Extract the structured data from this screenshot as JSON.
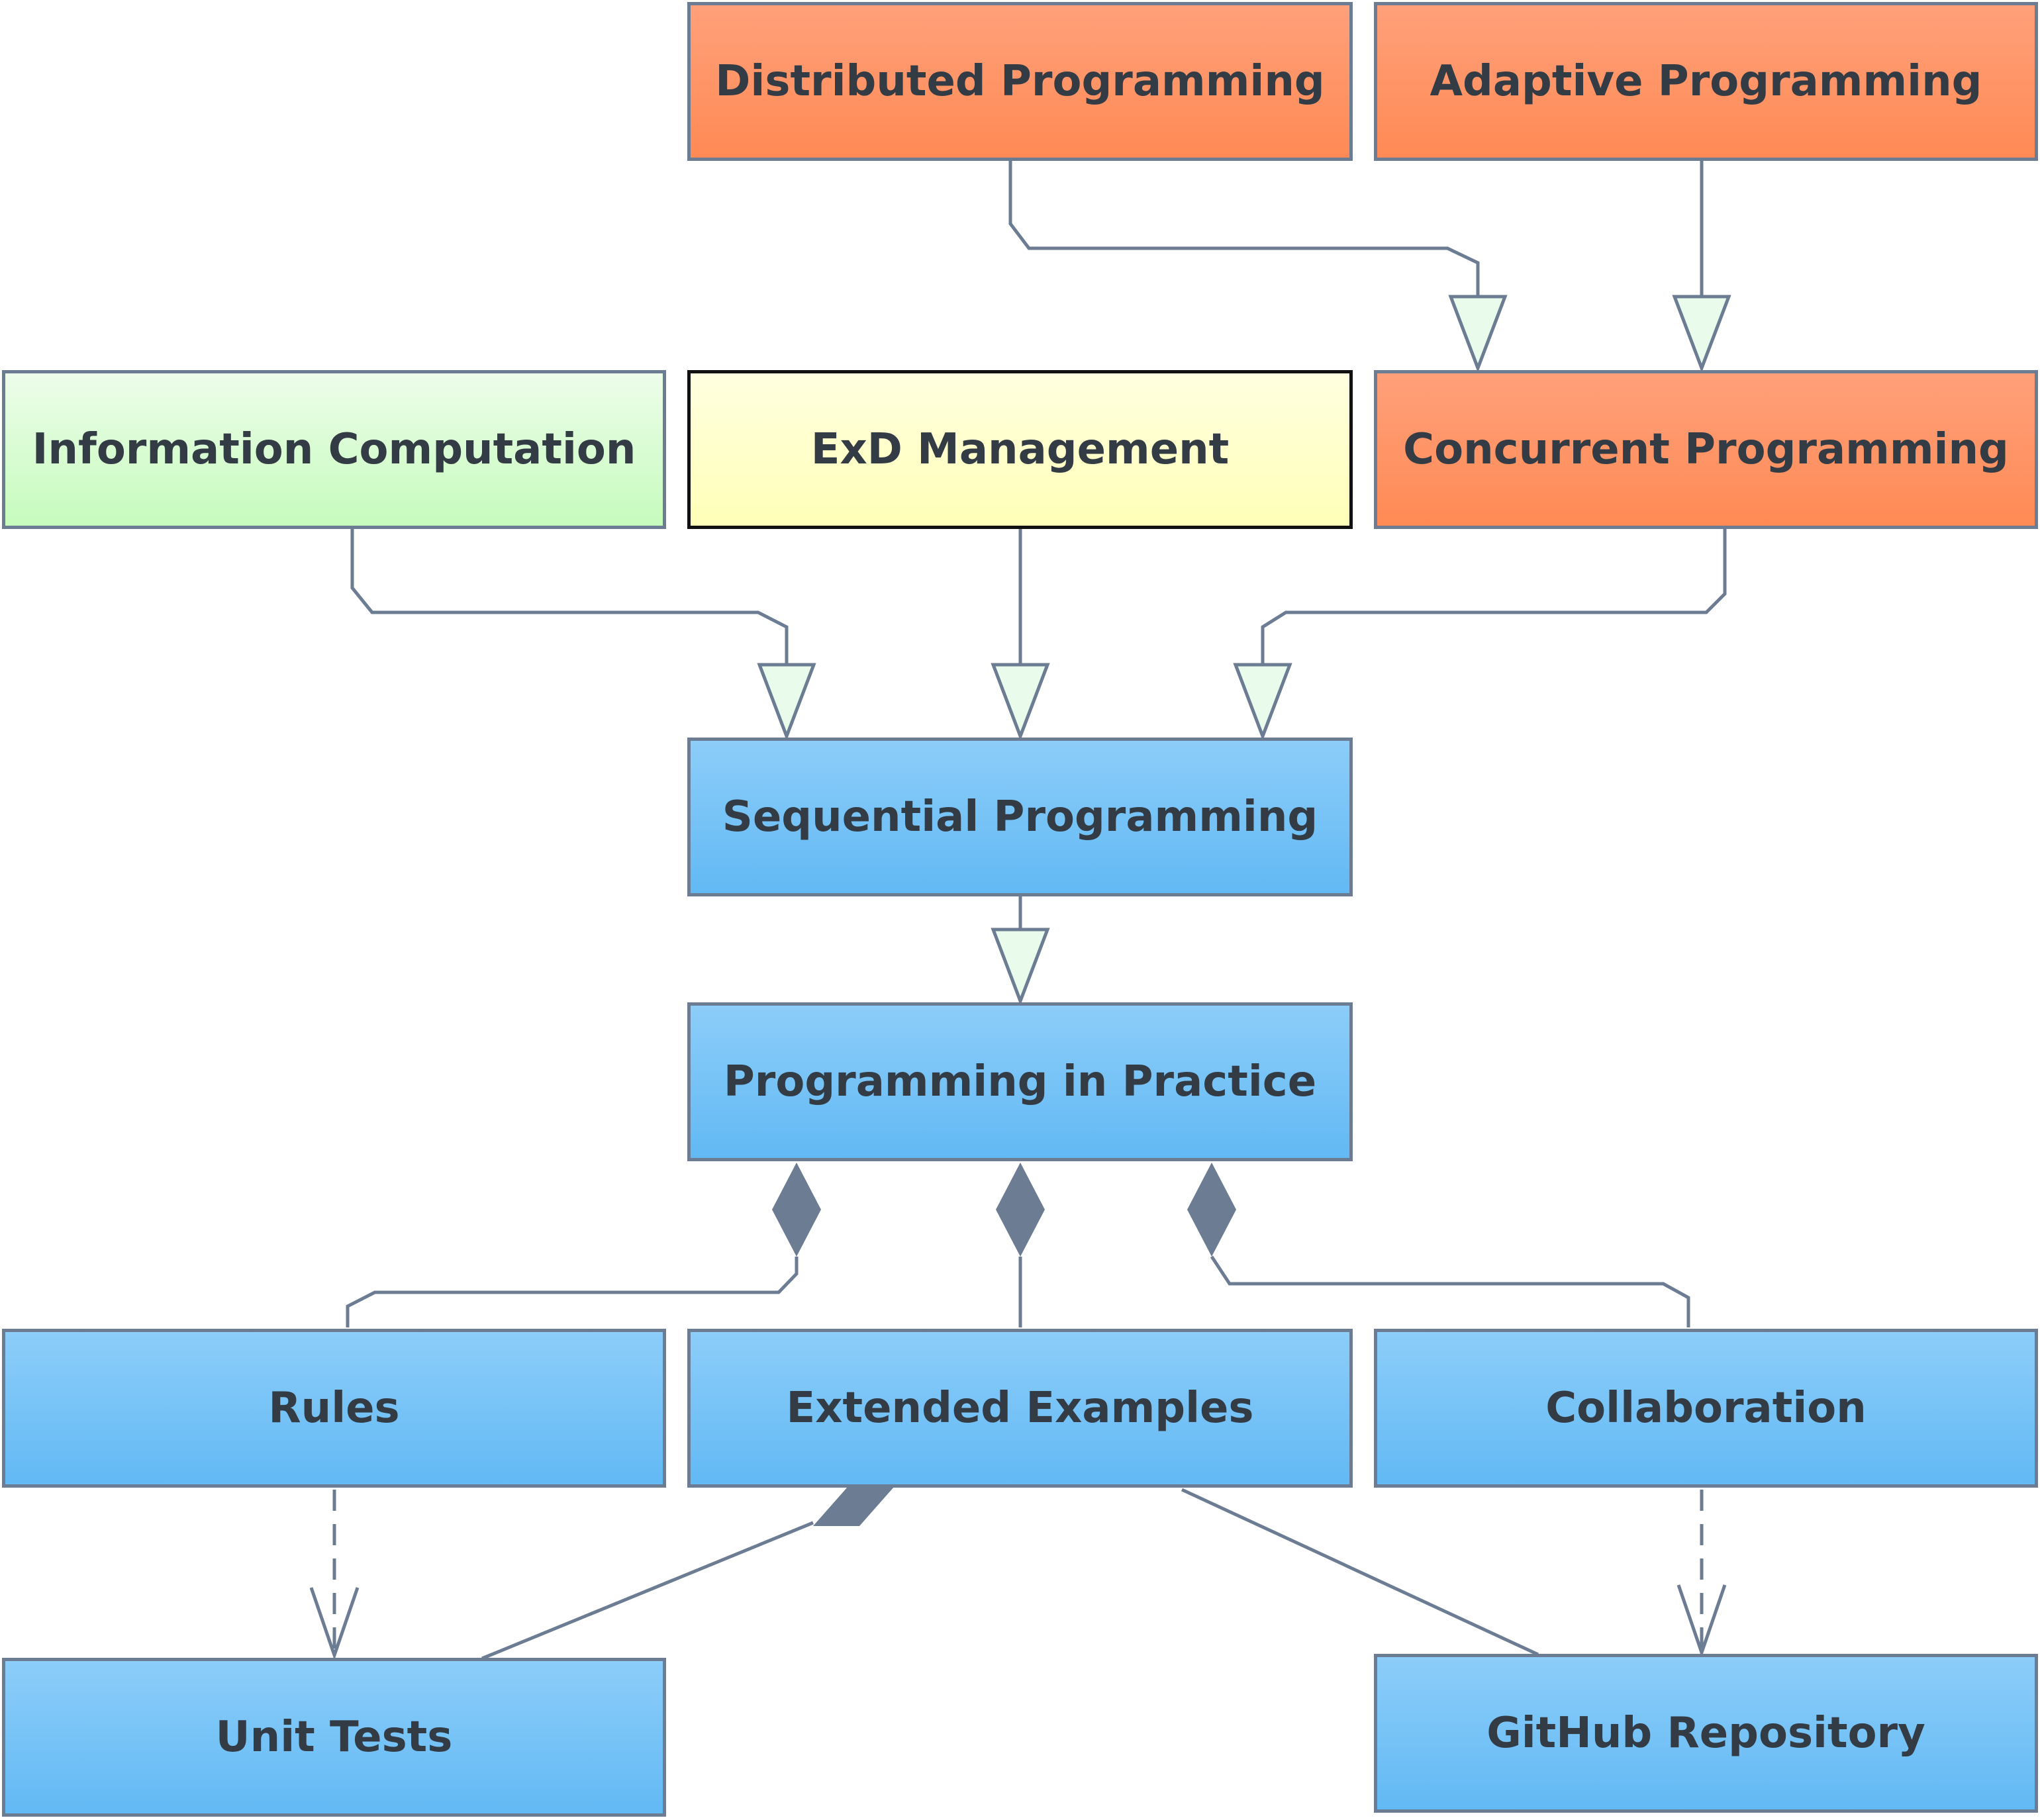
{
  "diagram": {
    "colors": {
      "line": "#6b7c93",
      "arrow_fill": "#e9fbeb",
      "diamond_fill": "#6b7c93"
    },
    "nodes": {
      "distributed": {
        "label": "Distributed Programming",
        "style": "orange"
      },
      "adaptive": {
        "label": "Adaptive Programming",
        "style": "orange"
      },
      "information": {
        "label": "Information Computation",
        "style": "green"
      },
      "exd": {
        "label": "ExD Management",
        "style": "yellow"
      },
      "concurrent": {
        "label": "Concurrent Programming",
        "style": "orange"
      },
      "sequential": {
        "label": "Sequential Programming",
        "style": "blue"
      },
      "practice": {
        "label": "Programming in Practice",
        "style": "blue"
      },
      "rules": {
        "label": "Rules",
        "style": "blue"
      },
      "examples": {
        "label": "Extended Examples",
        "style": "blue"
      },
      "collaboration": {
        "label": "Collaboration",
        "style": "blue"
      },
      "unittests": {
        "label": "Unit Tests",
        "style": "blue"
      },
      "github": {
        "label": "GitHub Repository",
        "style": "blue"
      }
    },
    "relations": [
      {
        "from": "distributed",
        "to": "concurrent",
        "type": "generalization"
      },
      {
        "from": "adaptive",
        "to": "concurrent",
        "type": "generalization"
      },
      {
        "from": "information",
        "to": "sequential",
        "type": "generalization"
      },
      {
        "from": "exd",
        "to": "sequential",
        "type": "generalization"
      },
      {
        "from": "concurrent",
        "to": "sequential",
        "type": "generalization"
      },
      {
        "from": "sequential",
        "to": "practice",
        "type": "generalization"
      },
      {
        "from": "rules",
        "to": "practice",
        "type": "composition"
      },
      {
        "from": "examples",
        "to": "practice",
        "type": "composition"
      },
      {
        "from": "collaboration",
        "to": "practice",
        "type": "composition"
      },
      {
        "from": "rules",
        "to": "unittests",
        "type": "dependency"
      },
      {
        "from": "collaboration",
        "to": "github",
        "type": "dependency"
      },
      {
        "from": "unittests",
        "to": "examples",
        "type": "composition"
      },
      {
        "from": "examples",
        "to": "github",
        "type": "association"
      }
    ]
  }
}
